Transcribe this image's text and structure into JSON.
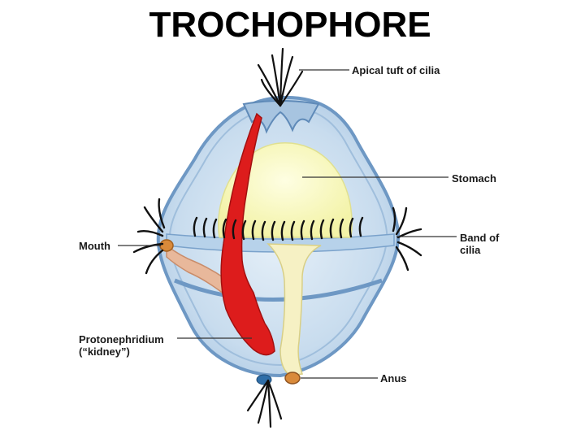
{
  "title": "TROCHOPHORE",
  "labels": {
    "apical": "Apical tuft of cilia",
    "stomach": "Stomach",
    "band_line1": "Band of",
    "band_line2": "cilia",
    "mouth": "Mouth",
    "proto_line1": "Protonephridium",
    "proto_line2": "(“kidney”)",
    "anus": "Anus"
  },
  "colors": {
    "body_fill": "#c9dff0",
    "body_edge": "#6e98c4",
    "stomach": "#fbfbc0",
    "kidney": "#dd1c1c",
    "intestine": "#f5f0c2",
    "esophagus": "#e7b79a",
    "anus": "#d98a3a",
    "cilia": "#111111"
  }
}
